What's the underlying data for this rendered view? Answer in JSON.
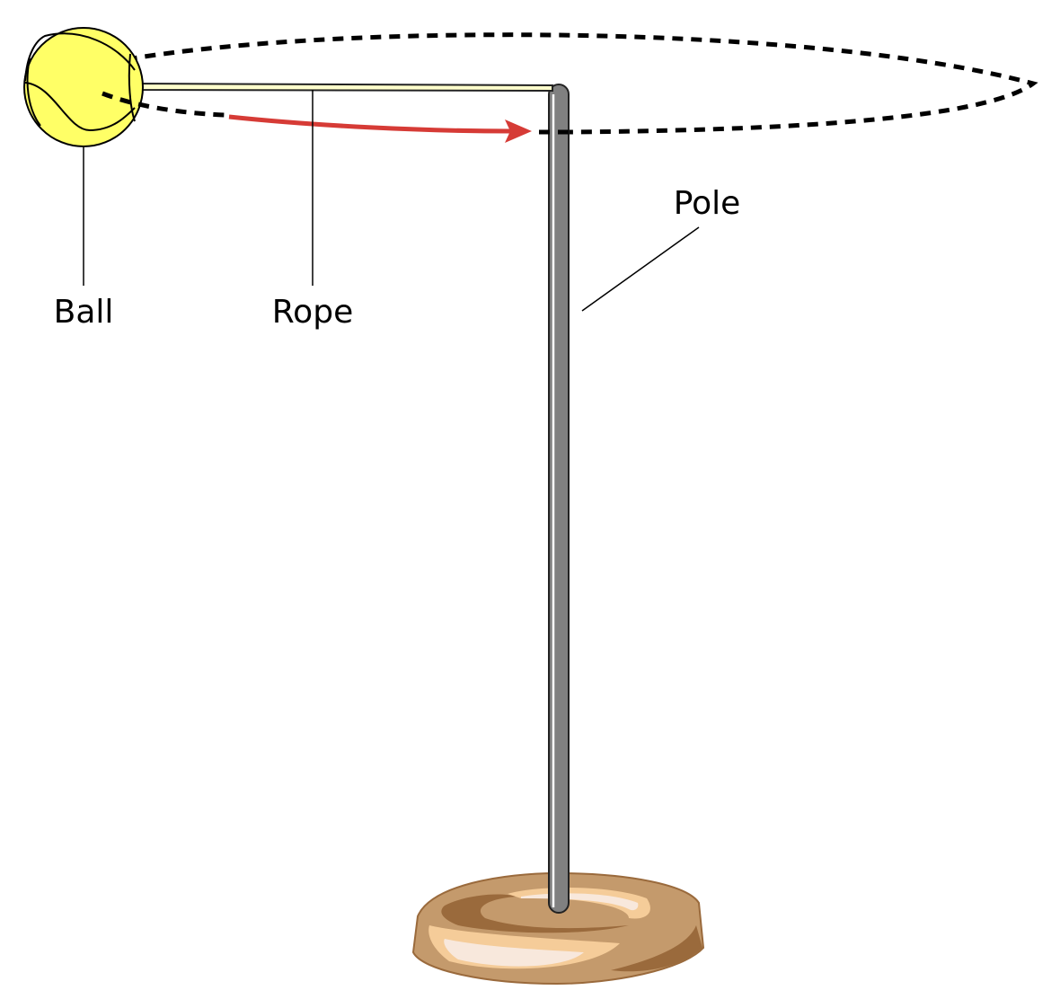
{
  "labels": {
    "ball": "Ball",
    "rope": "Rope",
    "pole": "Pole"
  },
  "colors": {
    "ball": "#ffff66",
    "rope": "#ffffcc",
    "pole": "#808080",
    "arrow": "#d63b36",
    "base": "#c49a6c",
    "base_dark": "#9a6a3c",
    "base_light": "#f5cc99",
    "base_highlight": "#f8e8dc"
  }
}
